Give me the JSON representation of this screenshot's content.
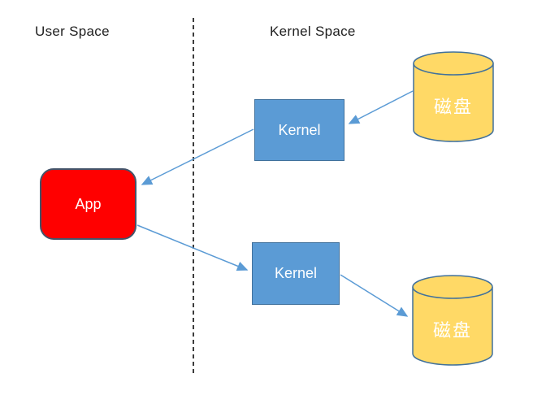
{
  "diagram": {
    "user_space_label": "User Space",
    "kernel_space_label": "Kernel Space",
    "nodes": {
      "app": {
        "label": "App",
        "shape": "rounded-rect",
        "fill": "#FF0000"
      },
      "kernel_top": {
        "label": "Kernel",
        "shape": "rect",
        "fill": "#5B9BD5"
      },
      "kernel_bottom": {
        "label": "Kernel",
        "shape": "rect",
        "fill": "#5B9BD5"
      },
      "disk_top": {
        "label": "磁盘",
        "shape": "cylinder",
        "fill": "#FFD966"
      },
      "disk_bottom": {
        "label": "磁盘",
        "shape": "cylinder",
        "fill": "#FFD966"
      }
    },
    "edges": [
      {
        "from": "disk_top",
        "to": "kernel_top"
      },
      {
        "from": "kernel_top",
        "to": "app"
      },
      {
        "from": "app",
        "to": "kernel_bottom"
      },
      {
        "from": "kernel_bottom",
        "to": "disk_bottom"
      }
    ],
    "colors": {
      "arrow": "#5B9BD5",
      "box_border": "#41719C",
      "app_border": "#44546A",
      "divider": "#262626",
      "node_text": "#FFFFFF",
      "label_text": "#212121",
      "background": "#FFFFFF"
    }
  }
}
